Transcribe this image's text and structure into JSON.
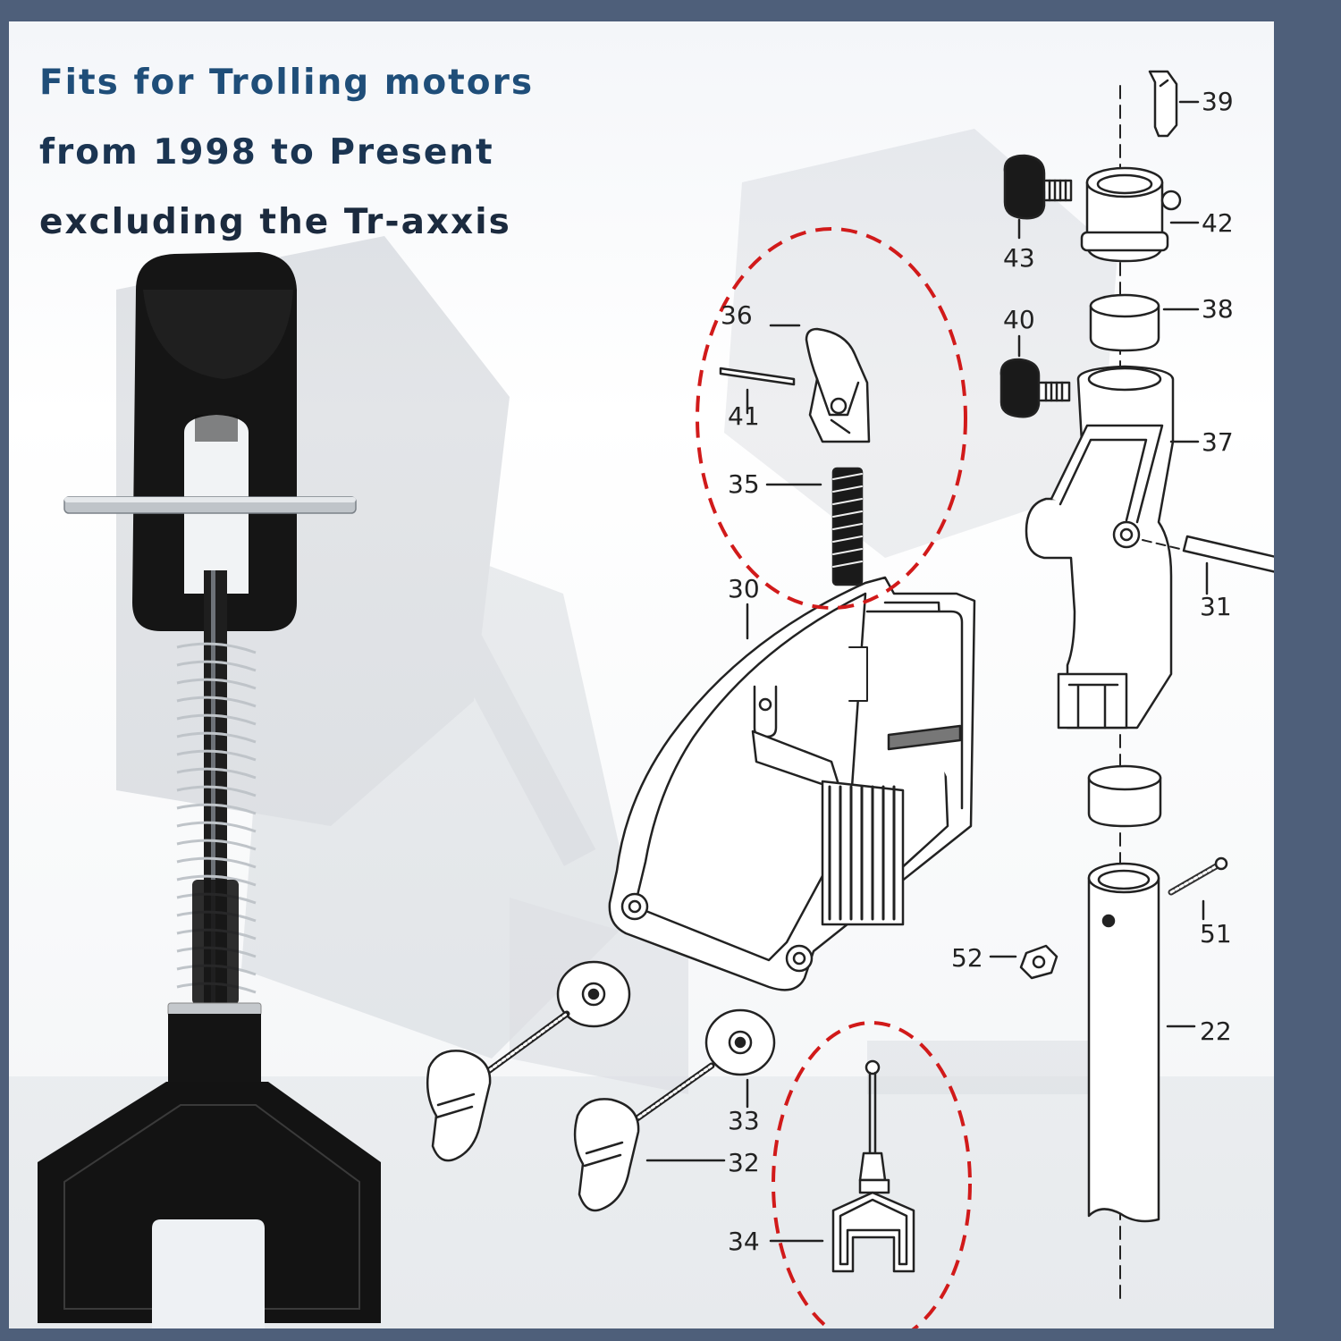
{
  "headline": {
    "line1": "Fits for Trolling motors",
    "line2": "from 1998 to Present",
    "line3": "excluding the Tr-axxis"
  },
  "colors": {
    "background": "#4e5f7a",
    "headline_blue": "#1f4e79",
    "headline_dark": "#1b2a3e",
    "highlight_ring": "#d11a1a",
    "tool_black": "#141414"
  },
  "parts": {
    "p39": "39",
    "p42": "42",
    "p43": "43",
    "p38": "38",
    "p40": "40",
    "p36": "36",
    "p41": "41",
    "p37": "37",
    "p35": "35",
    "p30": "30",
    "p31": "31",
    "p51": "51",
    "p52": "52",
    "p22": "22",
    "p33": "33",
    "p32": "32",
    "p34": "34"
  }
}
